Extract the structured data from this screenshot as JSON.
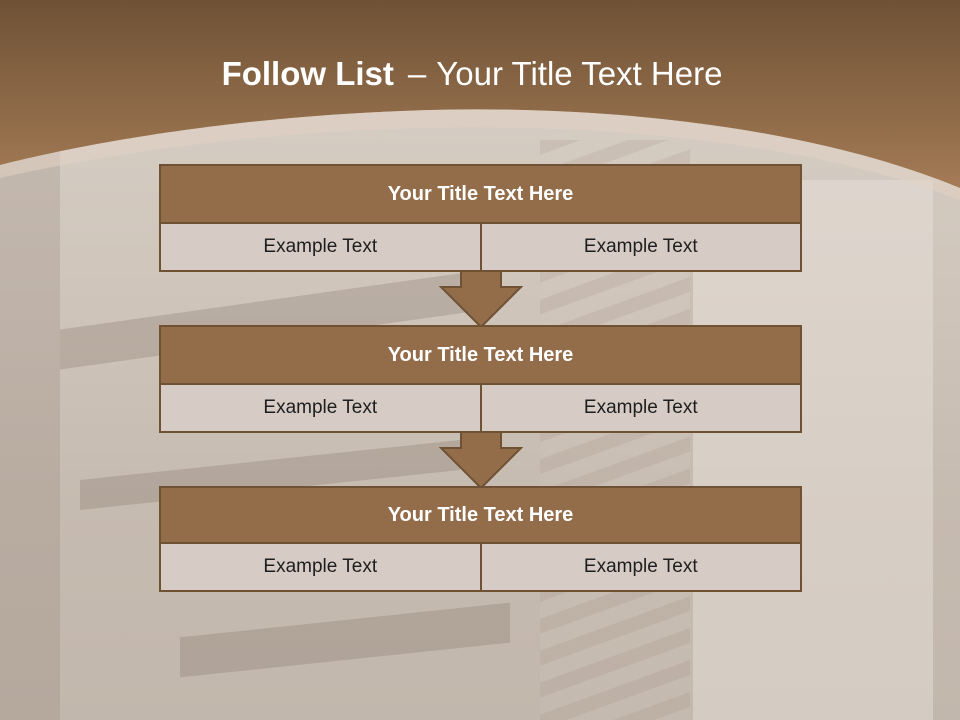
{
  "title": {
    "bold": "Follow List",
    "dash": "–",
    "rest": "Your Title Text Here"
  },
  "colors": {
    "header": "#8a6845",
    "box_title": "#936d4a",
    "box_border": "#6e5233",
    "cell_bg": "#d6ccc5",
    "arrow_fill": "#936d4a"
  },
  "steps": [
    {
      "title": "Your Title Text Here",
      "left": "Example Text",
      "right": "Example Text"
    },
    {
      "title": "Your Title Text Here",
      "left": "Example Text",
      "right": "Example Text"
    },
    {
      "title": "Your Title Text Here",
      "left": "Example Text",
      "right": "Example Text"
    }
  ],
  "connectors": [
    "down-arrow",
    "down-arrow"
  ]
}
